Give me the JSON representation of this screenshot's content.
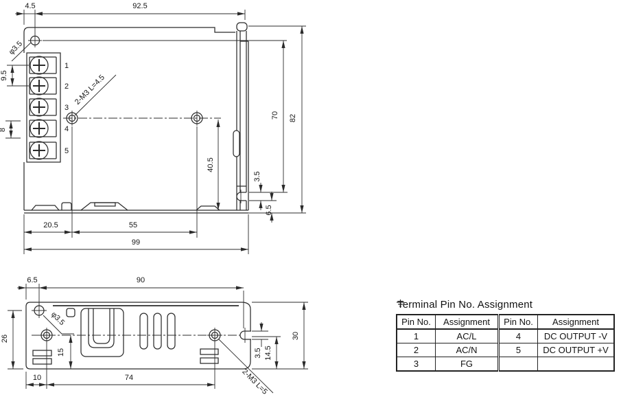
{
  "drawing": {
    "top_view": {
      "dim_top_left": "4.5",
      "dim_top_width": "92.5",
      "hole_dia": "φ3.5",
      "dim_pitch_1": "9.5",
      "dim_pitch_2": "8",
      "screw_note": "2-M3 L=4.5",
      "dim_height_inner": "70",
      "dim_height_overall": "82",
      "dim_hole_offset": "40.5",
      "dim_slot": "3.5",
      "dim_bottom_edge": "6.5",
      "dim_left_hole": "20.5",
      "dim_hole_span": "55",
      "dim_length_overall": "99",
      "terminal_numbers": [
        "1",
        "2",
        "3",
        "4",
        "5"
      ]
    },
    "side_view": {
      "dim_left_hole": "6.5",
      "dim_width": "90",
      "dim_height_left": "26",
      "hole_dia": "φ3.5",
      "dim_hole_bottom": "15",
      "dim_slot": "3.5",
      "dim_slot_bottom": "14.5",
      "dim_height_overall": "30",
      "dim_screw_left": "10",
      "dim_screw_span": "74",
      "screw_note": "2-M3 L=5"
    }
  },
  "pin_table": {
    "title": "Terminal Pin No. Assignment",
    "headers": [
      "Pin No.",
      "Assignment",
      "Pin No.",
      "Assignment"
    ],
    "rows": [
      {
        "pin": "1",
        "assign": "AC/L",
        "pin2": "4",
        "assign2": "DC OUTPUT -V"
      },
      {
        "pin": "2",
        "assign": "AC/N",
        "pin2": "5",
        "assign2": "DC OUTPUT +V"
      },
      {
        "pin": "3",
        "assign": "FG",
        "pin2": "",
        "assign2": ""
      }
    ]
  },
  "colors": {
    "line": "#2b2b2b",
    "background": "#ffffff"
  }
}
